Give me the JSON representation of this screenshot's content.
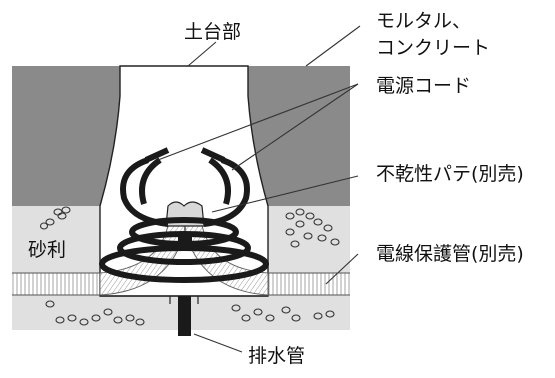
{
  "labels": {
    "base": "土台部",
    "mortar_line1": "モルタル、",
    "mortar_line2": "コンクリート",
    "power_cord": "電源コード",
    "putty": "不乾性パテ(別売)",
    "gravel": "砂利",
    "conduit": "電線保護管(別売)",
    "drain": "排水管"
  },
  "colors": {
    "mortar": "#8a8a8a",
    "gravel": "#e0e0e0",
    "cable": "#1a1a1a",
    "putty": "#d8d8d8"
  }
}
